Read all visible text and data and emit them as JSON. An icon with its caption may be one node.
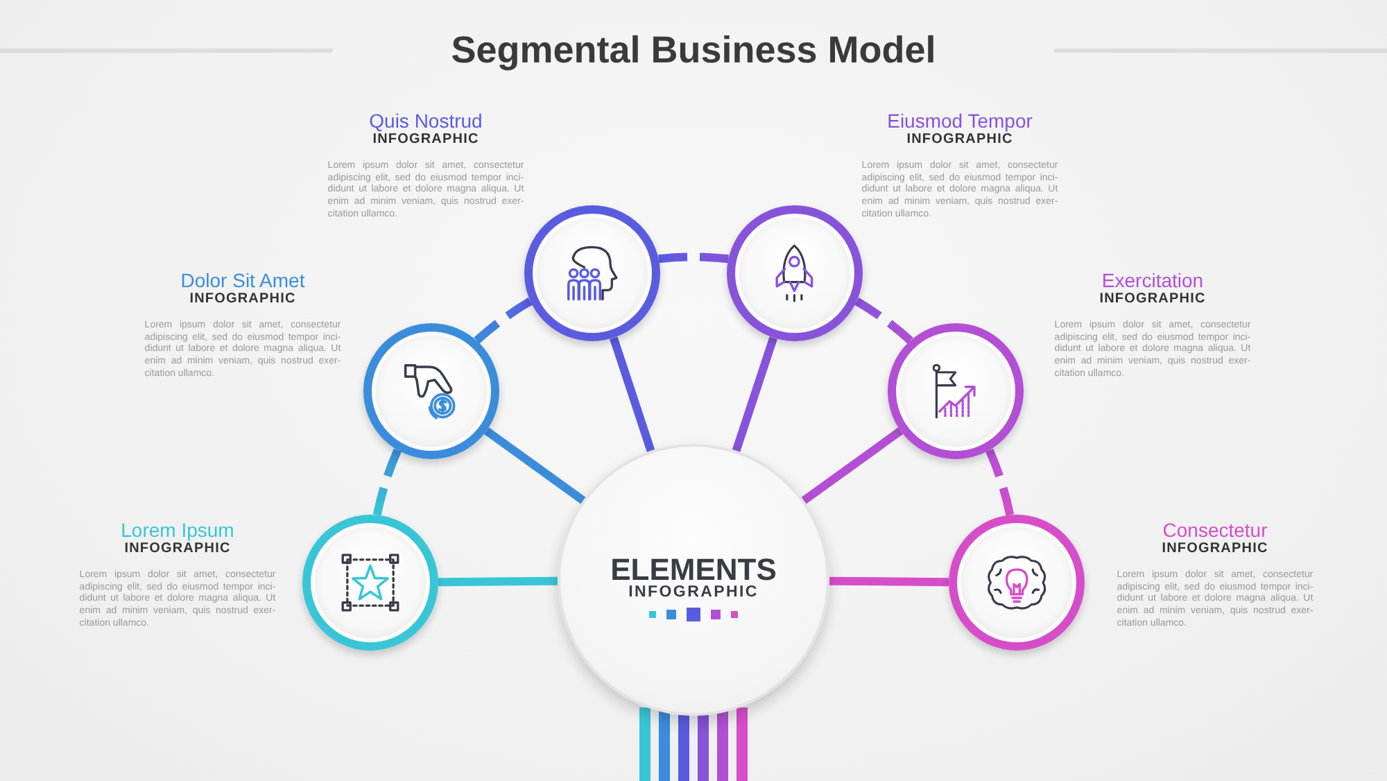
{
  "diagram": {
    "title": "Segmental Business Model",
    "nodes": [
      {
        "text": [],
        "shape": "circle",
        "beside": [
          "Lorem Ipsum",
          "INFOGRAPHIC",
          "Lorem ipsum dolor sit amet, consectetur adipiscing elit, sed do eiusmod tempor inci- didunt ut labore et dolore magna aliqua. Ut enim ad minim veniam, quis nostrud exer- citation ullamco."
        ]
      },
      {
        "text": [],
        "shape": "circle",
        "beside": [
          "Dolor Sit Amet",
          "INFOGRAPHIC",
          "Lorem ipsum dolor sit amet, consectetur adipiscing elit, sed do eiusmod tempor inci- didunt ut labore et dolore magna aliqua. Ut enim ad minim veniam, quis nostrud exer- citation ullamco."
        ]
      },
      {
        "text": [],
        "shape": "circle",
        "beside": [
          "Quis Nostrud",
          "INFOGRAPHIC",
          "Lorem ipsum dolor sit amet, consectetur adipiscing elit, sed do eiusmod tempor inci- didunt ut labore et dolore magna aliqua. Ut enim ad minim veniam, quis nostrud exer- citation ullamco."
        ]
      },
      {
        "text": [],
        "shape": "circle",
        "beside": [
          "Eiusmod Tempor",
          "INFOGRAPHIC",
          "Lorem ipsum dolor sit amet, consectetur adipiscing elit, sed do eiusmod tempor inci- didunt ut labore et dolore magna aliqua. Ut enim ad minim veniam, quis nostrud exer- citation ullamco."
        ]
      },
      {
        "text": [],
        "shape": "circle",
        "beside": [
          "Exercitation",
          "INFOGRAPHIC",
          "Lorem ipsum dolor sit amet, consectetur adipiscing elit, sed do eiusmod tempor inci- didunt ut labore et dolore magna aliqua. Ut enim ad minim veniam, quis nostrud exer- citation ullamco."
        ]
      },
      {
        "text": [],
        "shape": "circle",
        "beside": [
          "Consectetur",
          "INFOGRAPHIC",
          "Lorem ipsum dolor sit amet, consectetur adipiscing elit, sed do eiusmod tempor inci- didunt ut labore et dolore magna aliqua. Ut enim ad minim veniam, quis nostrud exer- citation ullamco."
        ]
      },
      {
        "text": [
          "ELEMENTS",
          "INFOGRAPHIC"
        ]
      }
    ],
    "edges": [
      {
        "from": 6,
        "to": 0,
        "arrow": "none",
        "color": "#38c6d6"
      },
      {
        "from": 6,
        "to": 1,
        "arrow": "none",
        "color": "#3b8ddb"
      },
      {
        "from": 6,
        "to": 2,
        "arrow": "none",
        "color": "#5a5ce0"
      },
      {
        "from": 6,
        "to": 3,
        "arrow": "none",
        "color": "#8753da"
      },
      {
        "from": 6,
        "to": 4,
        "arrow": "none",
        "color": "#b24fd5"
      },
      {
        "from": 6,
        "to": 5,
        "arrow": "none",
        "color": "#d64dc9"
      },
      {
        "from": 0,
        "to": 1,
        "arrow": "none",
        "style": "dashed"
      },
      {
        "from": 1,
        "to": 2,
        "arrow": "none",
        "style": "dashed"
      },
      {
        "from": 2,
        "to": 3,
        "arrow": "none",
        "style": "dashed"
      },
      {
        "from": 3,
        "to": 4,
        "arrow": "none",
        "style": "dashed"
      },
      {
        "from": 4,
        "to": 5,
        "arrow": "none",
        "style": "dashed"
      }
    ]
  }
}
